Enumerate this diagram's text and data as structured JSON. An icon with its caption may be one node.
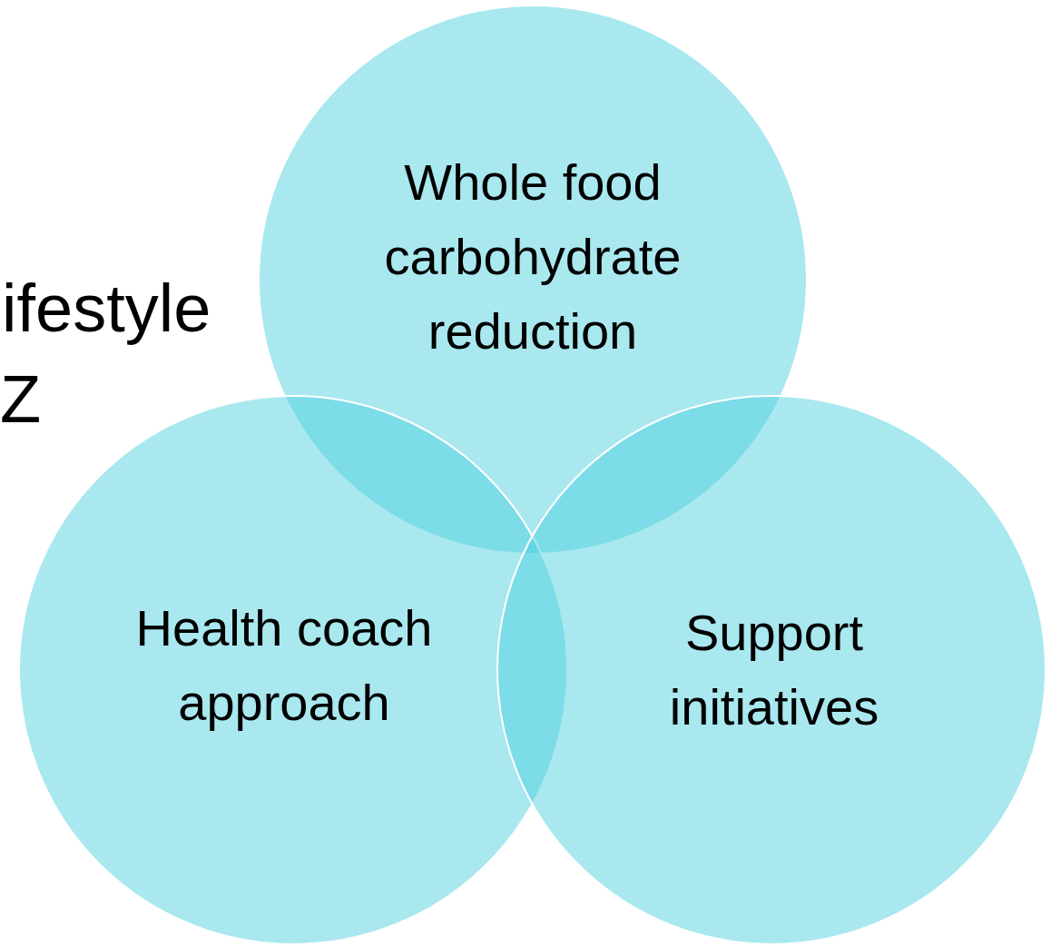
{
  "diagram": {
    "nodes": [
      {
        "text": [
          "Whole food carbohydrate reduction"
        ]
      },
      {
        "text": [
          "Health coach approach"
        ]
      },
      {
        "text": [
          "Support initiatives"
        ]
      }
    ],
    "labels": [
      "ifestyle",
      "Z"
    ]
  }
}
